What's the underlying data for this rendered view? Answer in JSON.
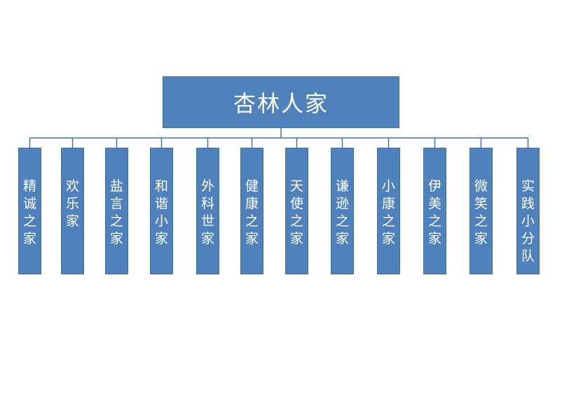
{
  "root": {
    "label": "杏林人家"
  },
  "children": [
    {
      "label": "精诚之家"
    },
    {
      "label": "欢乐家"
    },
    {
      "label": "盐言之家"
    },
    {
      "label": "和谐小家"
    },
    {
      "label": "外科世家"
    },
    {
      "label": "健康之家"
    },
    {
      "label": "天使之家"
    },
    {
      "label": "谦逊之家"
    },
    {
      "label": "小康之家"
    },
    {
      "label": "伊美之家"
    },
    {
      "label": "微笑之家"
    },
    {
      "label": "实践小分队"
    }
  ],
  "colors": {
    "box_fill": "#4f81bd",
    "box_border": "#41719c",
    "connector": "#41719c",
    "text": "#ffffff"
  }
}
